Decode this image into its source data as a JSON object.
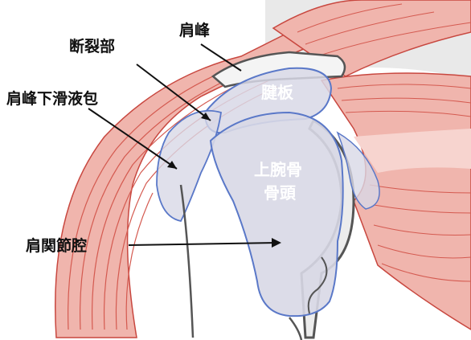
{
  "labels": {
    "acromion": "肩峰",
    "tear": "断裂部",
    "bursa": "肩峰下滑液包",
    "tendon_plate": "腱板",
    "humeral_head_line1": "上腕骨",
    "humeral_head_line2": "骨頭",
    "joint_cavity": "肩関節腔"
  },
  "colors": {
    "muscle": "#f0b5ad",
    "muscle_dark": "#e07f75",
    "muscle_line": "#c8473f",
    "bone_fill": "#dcdce8",
    "bone_edge": "#555555",
    "capsule_blue": "#5a78c8",
    "background": "#ffffff",
    "gray_bg": "#e9e9e9"
  }
}
